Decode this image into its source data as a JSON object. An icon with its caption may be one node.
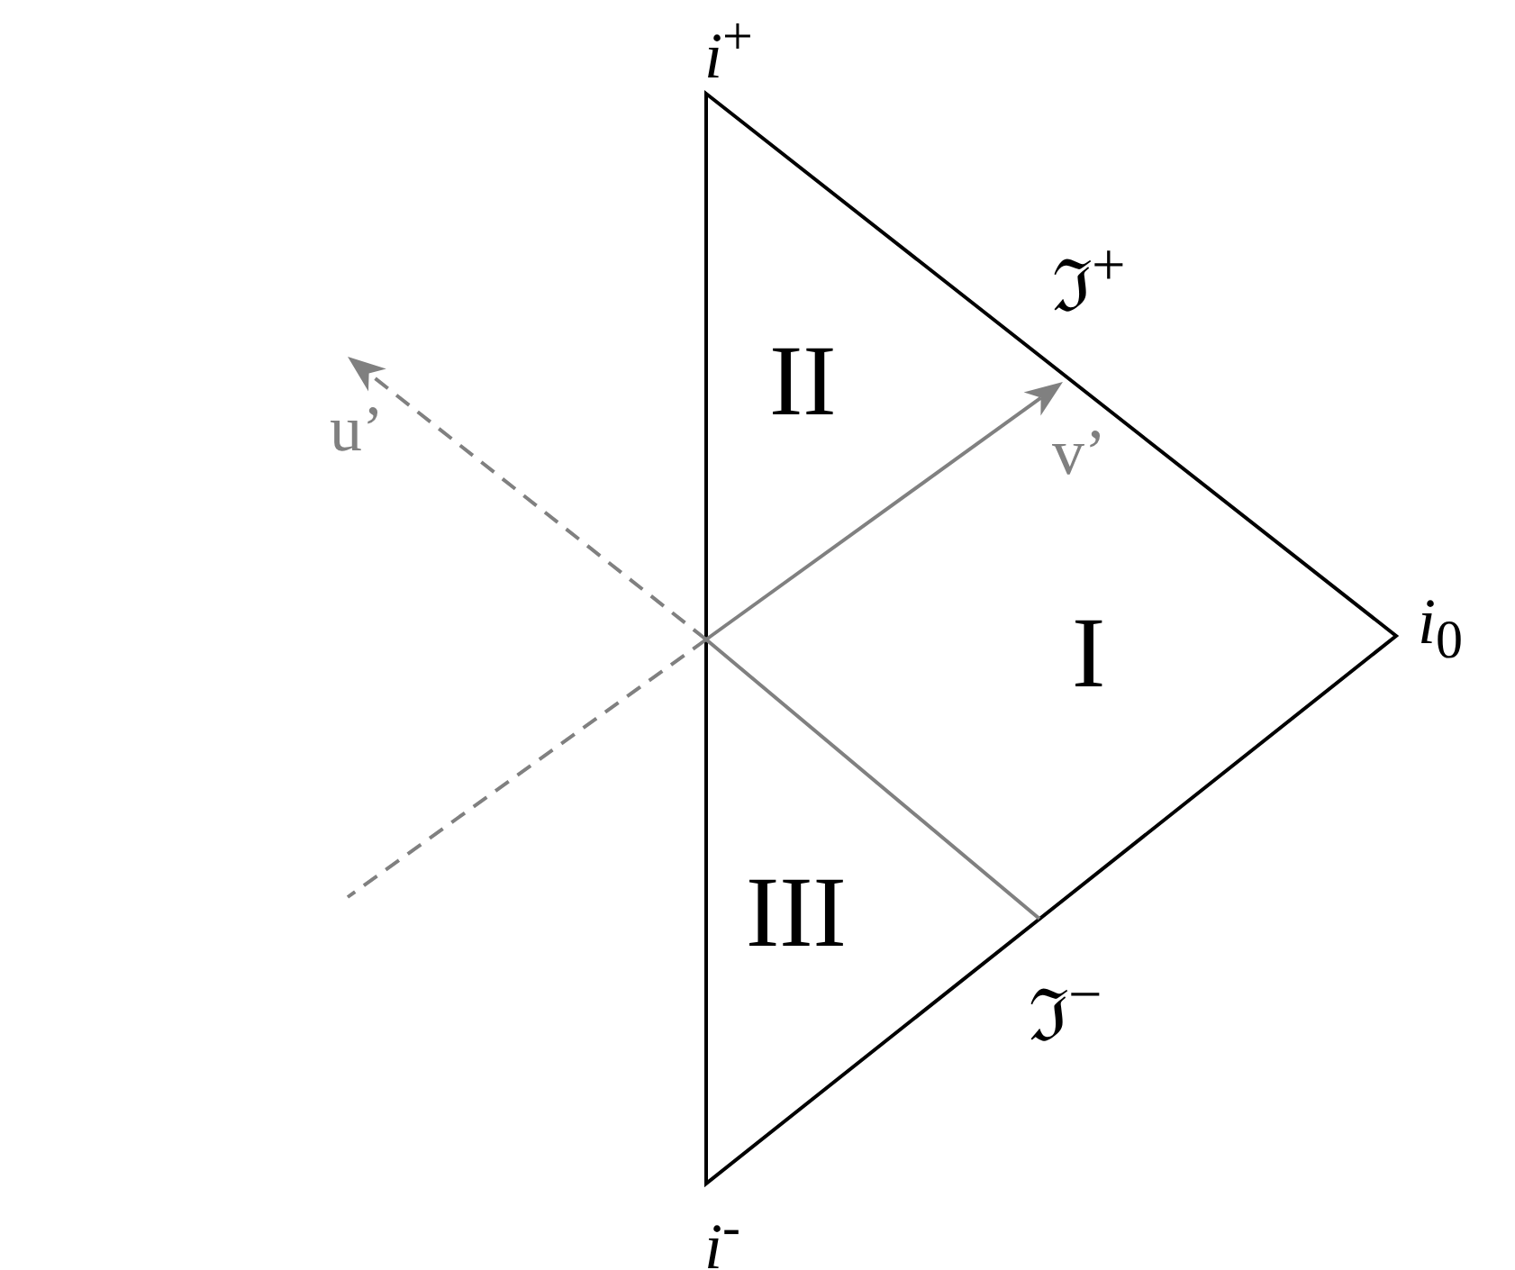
{
  "diagram": {
    "labels": [
      "i$^{+}$",
      "ℑ$^{+}$",
      "II",
      "u’",
      "v’",
      "I",
      "i$_{0}$",
      "III",
      "ℑ$^{−}$",
      "i$^{-}$"
    ]
  }
}
